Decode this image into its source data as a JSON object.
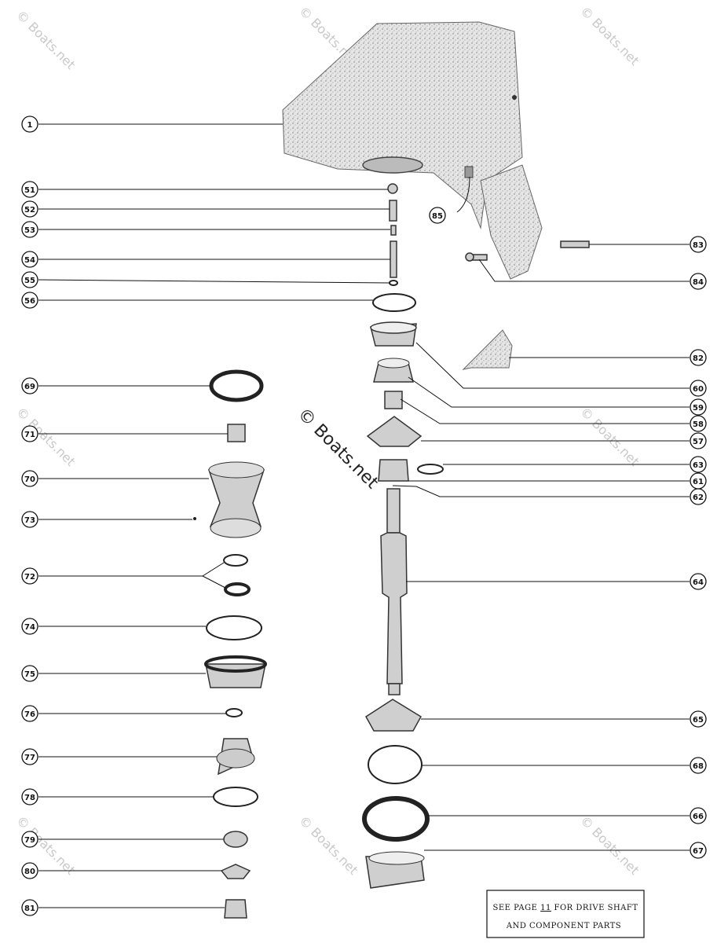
{
  "watermark": {
    "text": "© Boats.net",
    "center_text": "© Boats.net"
  },
  "note": {
    "line1_pre": "SEE PAGE",
    "line1_page": "11",
    "line1_post": "FOR DRIVE SHAFT",
    "line2": "AND COMPONENT PARTS"
  },
  "callouts": {
    "c1": "1",
    "c51": "51",
    "c52": "52",
    "c53": "53",
    "c54": "54",
    "c55": "55",
    "c56": "56",
    "c69": "69",
    "c71": "71",
    "c70": "70",
    "c73": "73",
    "c72": "72",
    "c74": "74",
    "c75": "75",
    "c76": "76",
    "c77": "77",
    "c78": "78",
    "c79": "79",
    "c80": "80",
    "c81": "81",
    "c85": "85",
    "c83": "83",
    "c84": "84",
    "c82": "82",
    "c60": "60",
    "c59": "59",
    "c58": "58",
    "c57": "57",
    "c63": "63",
    "c61": "61",
    "c62": "62",
    "c64": "64",
    "c65": "65",
    "c68": "68",
    "c66": "66",
    "c67": "67"
  }
}
